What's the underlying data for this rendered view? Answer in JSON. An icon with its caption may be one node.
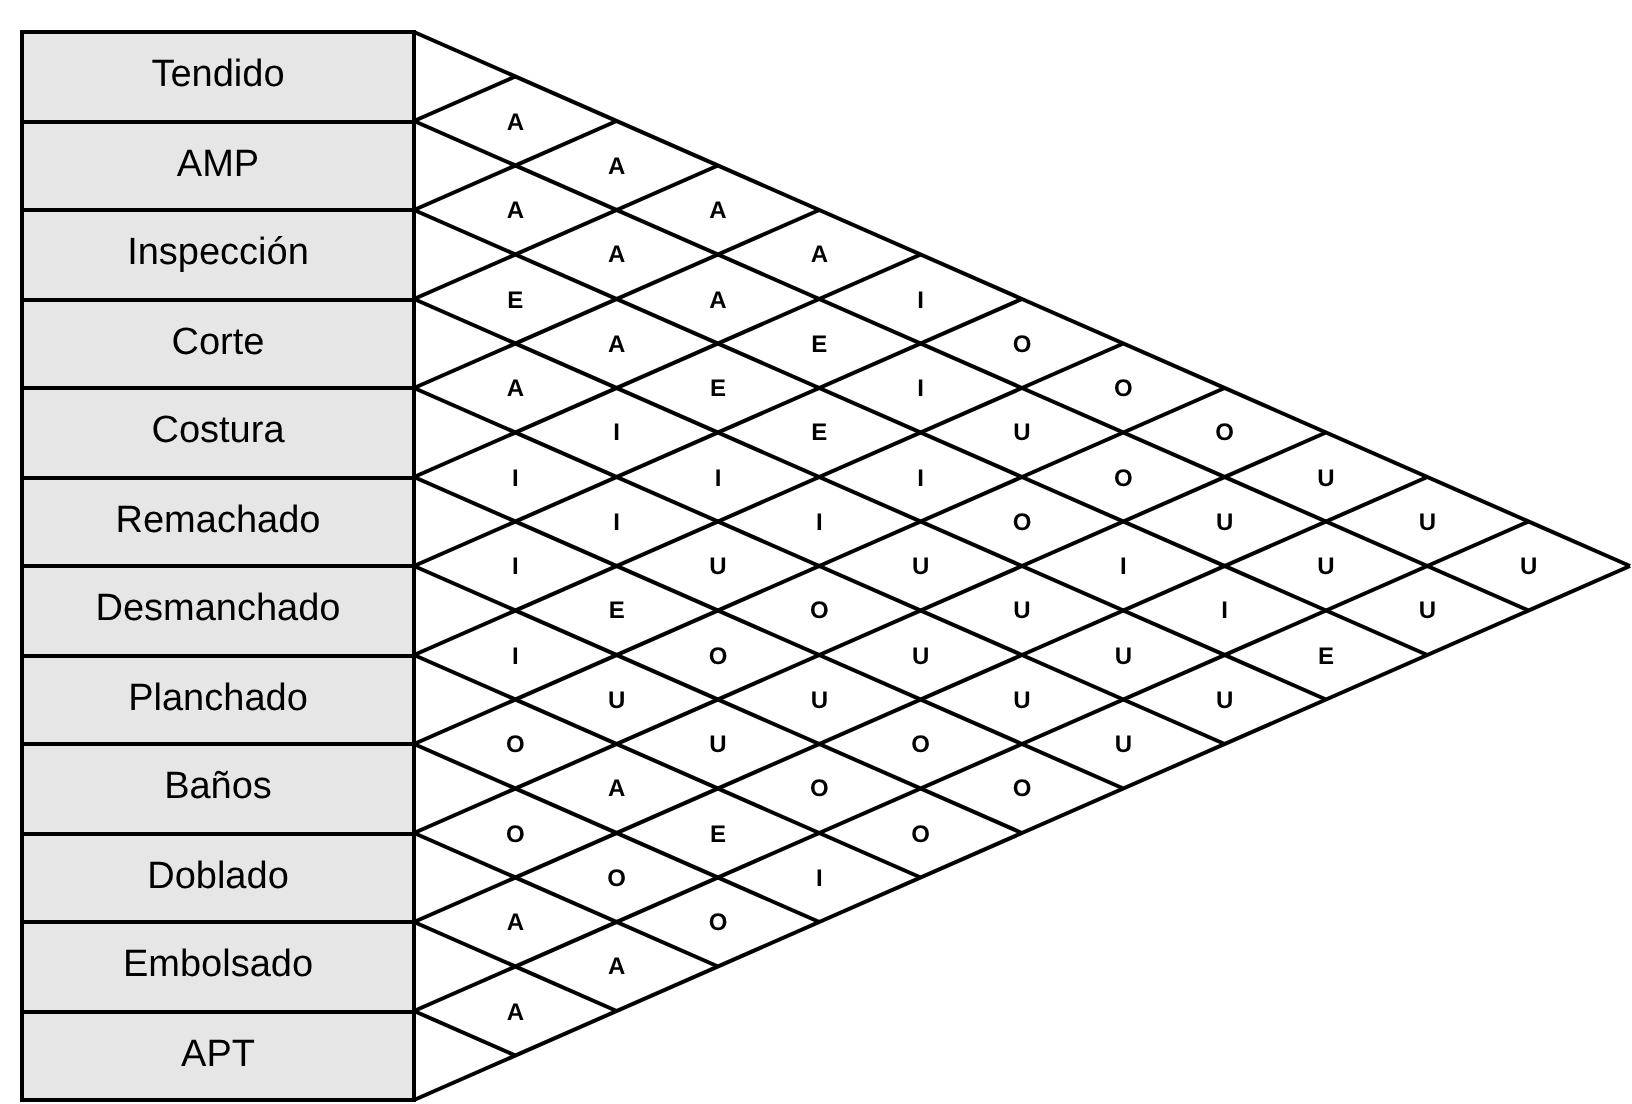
{
  "diagram": {
    "nodes": [
      {
        "text": [
          "Tendido"
        ]
      },
      {
        "text": [
          "AMP"
        ]
      },
      {
        "text": [
          "Inspección"
        ]
      },
      {
        "text": [
          "Corte"
        ]
      },
      {
        "text": [
          "Costura"
        ]
      },
      {
        "text": [
          "Remachado"
        ]
      },
      {
        "text": [
          "Desmanchado"
        ]
      },
      {
        "text": [
          "Planchado"
        ]
      },
      {
        "text": [
          "Baños"
        ]
      },
      {
        "text": [
          "Doblado"
        ]
      },
      {
        "text": [
          "Embolsado"
        ]
      },
      {
        "text": [
          "APT"
        ]
      }
    ],
    "labels": [
      "A",
      "A",
      "A",
      "A",
      "A",
      "A",
      "E",
      "A",
      "I",
      "A",
      "E",
      "O",
      "A",
      "E",
      "I",
      "O",
      "I",
      "E",
      "U",
      "O",
      "I",
      "I",
      "I",
      "O",
      "U",
      "I",
      "I",
      "O",
      "U",
      "U",
      "I",
      "U",
      "U",
      "I",
      "U",
      "U",
      "E",
      "O",
      "U",
      "I",
      "U",
      "I",
      "O",
      "U",
      "U",
      "E",
      "U",
      "U",
      "U",
      "U",
      "O",
      "U",
      "O",
      "U",
      "A",
      "O",
      "O",
      "O",
      "E",
      "O",
      "O",
      "I",
      "A",
      "O",
      "A",
      "A"
    ]
  }
}
